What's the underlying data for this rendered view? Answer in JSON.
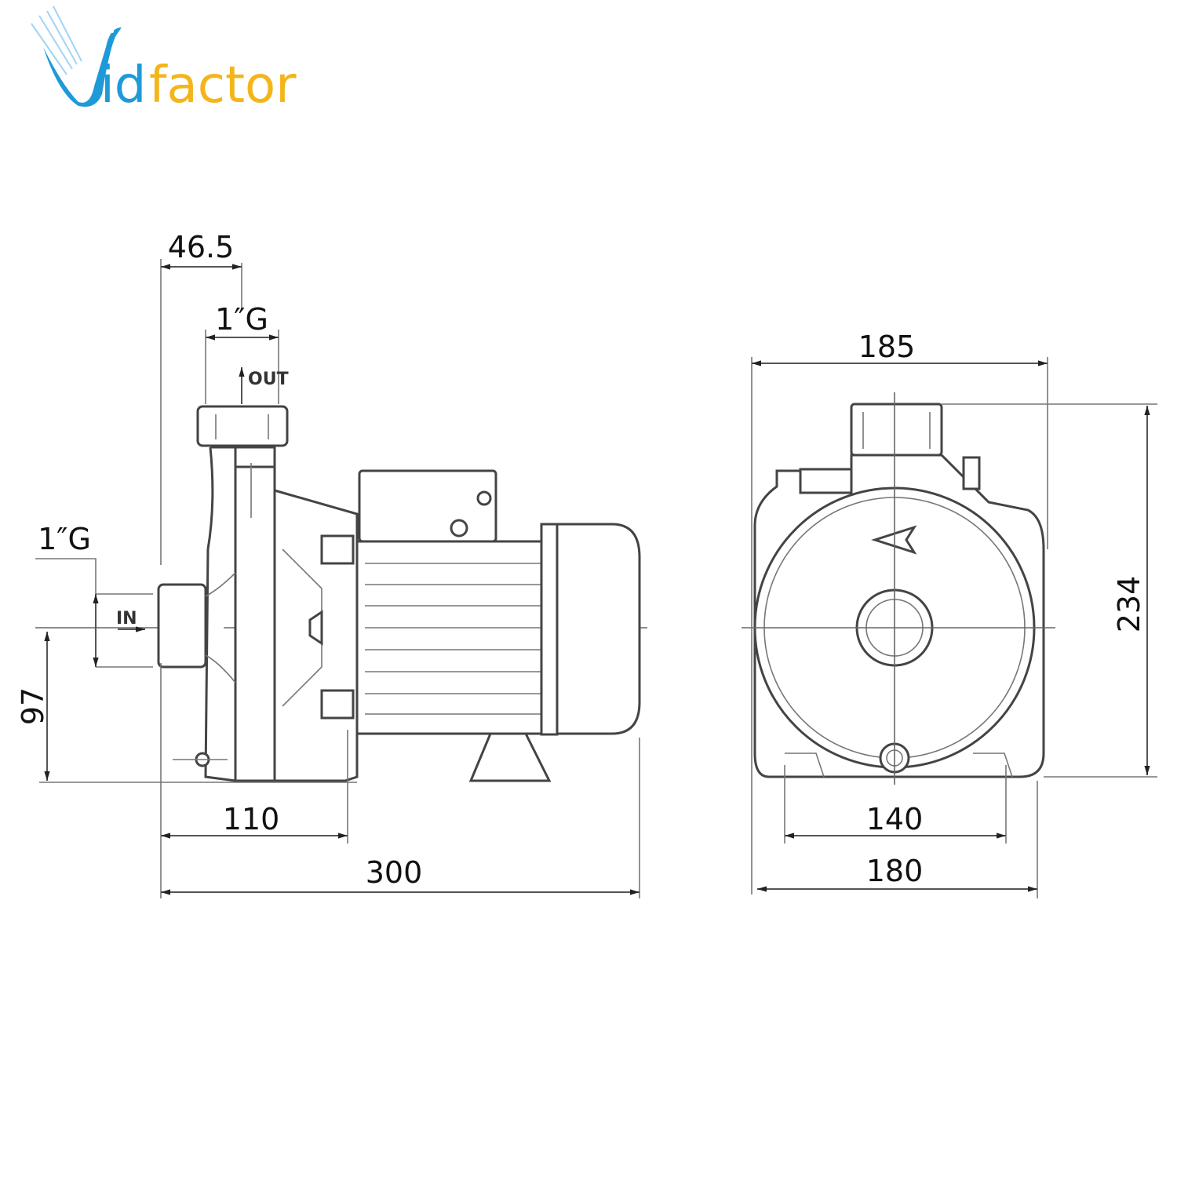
{
  "logo": {
    "text": "vidfactor",
    "part_blue": "id",
    "part_orange": "factor",
    "colors": {
      "blue": "#1e9ad8",
      "orange": "#f3b51a"
    }
  },
  "side_view": {
    "outlet_offset": "46.5",
    "outlet_thread": "1″G",
    "outlet_label": "OUT",
    "inlet_thread": "1″G",
    "inlet_label": "IN",
    "shaft_height": "97",
    "foot_offset": "110",
    "total_length": "300"
  },
  "front_view": {
    "width": "185",
    "height": "234",
    "foot_holes": "140",
    "base_width": "180"
  }
}
